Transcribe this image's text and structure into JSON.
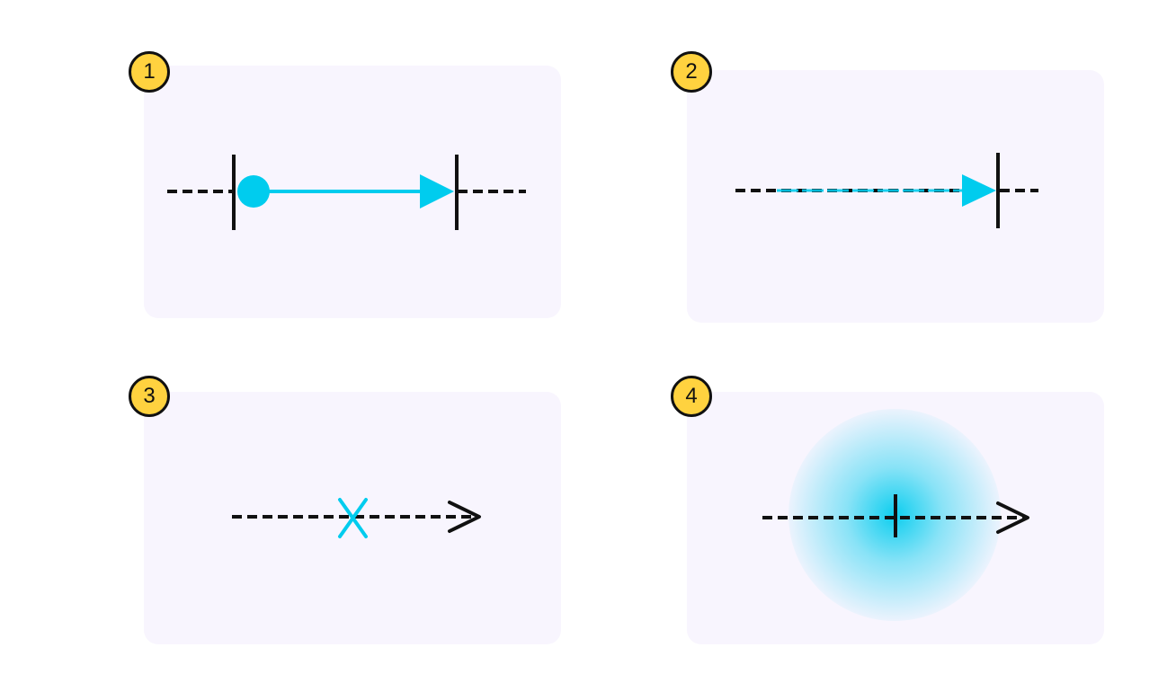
{
  "panels": [
    {
      "number": "1"
    },
    {
      "number": "2"
    },
    {
      "number": "3"
    },
    {
      "number": "4"
    }
  ],
  "colors": {
    "panel_bg": "#f8f5fe",
    "badge_fill": "#ffd23f",
    "accent": "#00ccee",
    "line": "#111111"
  },
  "icons": {
    "panel_1": [
      "dashed-line",
      "tick-mark-icon",
      "circle-start-icon",
      "arrow-head-icon"
    ],
    "panel_2": [
      "dashed-line",
      "tick-mark-icon",
      "arrow-head-icon"
    ],
    "panel_3": [
      "dashed-arrow",
      "cross-icon"
    ],
    "panel_4": [
      "dashed-arrow",
      "tick-mark-icon",
      "glow-icon"
    ]
  }
}
